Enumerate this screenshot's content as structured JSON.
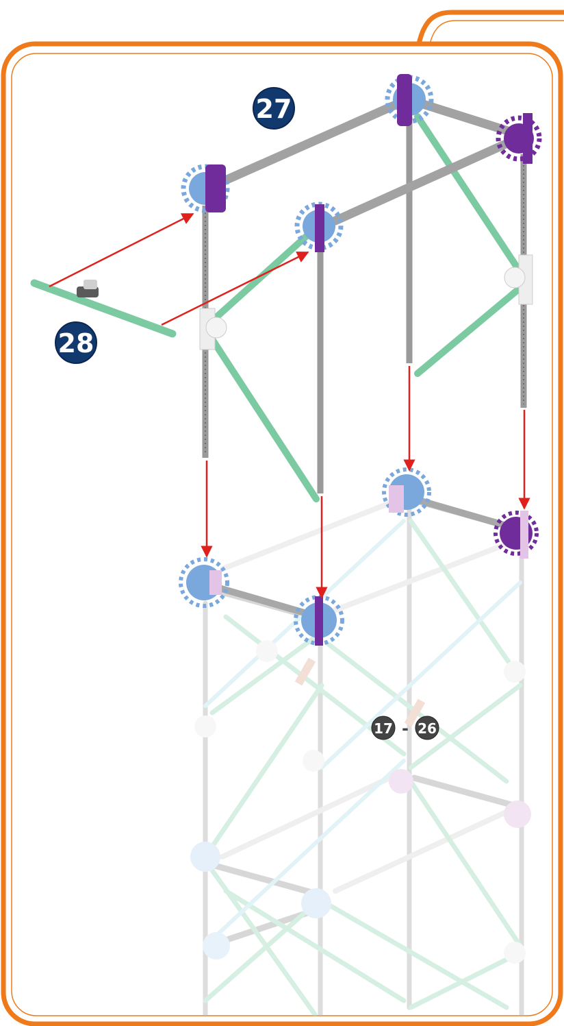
{
  "steps": {
    "step_27": "27",
    "step_28": "28",
    "range_start": "17",
    "range_separator": "-",
    "range_end": "26"
  },
  "colors": {
    "frame_orange": "#ee7a1c",
    "badge_navy": "#12396e",
    "range_badge_gray": "#444444",
    "rod_gray": "#9a9a9a",
    "rod_green": "#7ccaa2",
    "connector_blue": "#7aa7dc",
    "connector_purple": "#6f2c9a",
    "connector_pink": "#e3c4e6",
    "connector_white": "#e8e8e8",
    "arrow_red": "#e0201c",
    "faded_structure_opacity": "0.45"
  },
  "icons": [
    "orange-rounded-frame",
    "step-number-badge",
    "knex-rod",
    "knex-connector",
    "assembly-arrow"
  ]
}
